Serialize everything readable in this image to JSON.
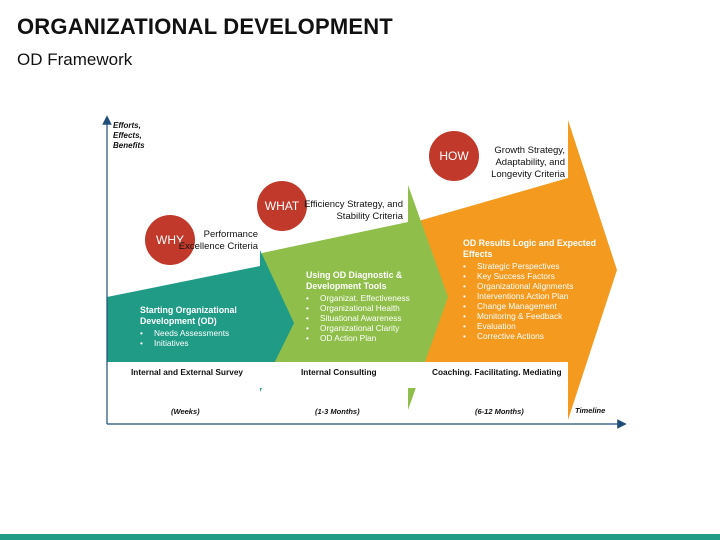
{
  "header": {
    "title": "ORGANIZATIONAL DEVELOPMENT",
    "subtitle": "OD Framework"
  },
  "axes": {
    "y_label": "Efforts, Effects, Benefits",
    "x_label": "Timeline"
  },
  "circles": [
    {
      "label": "WHY",
      "criteria": "Performance Excellence Criteria"
    },
    {
      "label": "WHAT",
      "criteria": "Efficiency Strategy, and Stability Criteria"
    },
    {
      "label": "HOW",
      "criteria": "Growth Strategy, Adaptability, and Longevity Criteria"
    }
  ],
  "stages": [
    {
      "title": "Starting Organizational Development (OD)",
      "items": [
        "Needs Assessments",
        "Initiatives"
      ],
      "phase": "Internal and External Survey",
      "duration": "(Weeks)",
      "color": "#1f9b86"
    },
    {
      "title": "Using OD Diagnostic & Development Tools",
      "items": [
        "Organizat. Effectiveness",
        "Organizational Health",
        "Situational Awareness",
        "Organizational Clarity",
        "OD Action Plan"
      ],
      "phase": "Internal Consulting",
      "duration": "(1-3 Months)",
      "color": "#8fbf4a"
    },
    {
      "title": "OD Results Logic and Expected Effects",
      "items": [
        "Strategic Perspectives",
        "Key Success Factors",
        "Organizational Alignments",
        "Interventions Action Plan",
        "Change Management",
        "Monitoring & Feedback",
        "Evaluation",
        "Corrective Actions"
      ],
      "phase": "Coaching. Facilitating. Mediating",
      "duration": "(6-12 Months)",
      "color": "#f39a1f"
    }
  ],
  "colors": {
    "accent_bar": "#1f9b86",
    "circle": "#c0392b"
  }
}
